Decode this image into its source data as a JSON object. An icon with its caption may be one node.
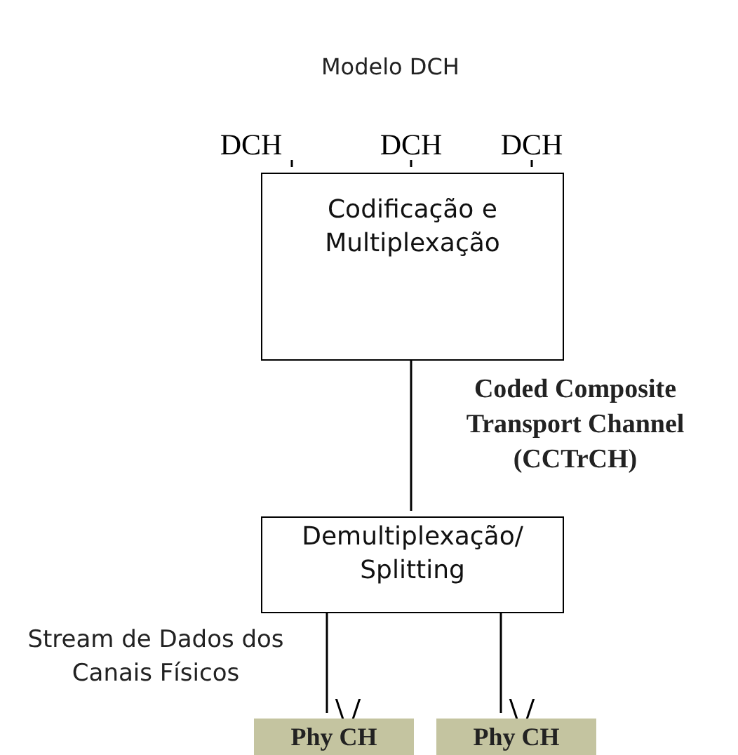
{
  "diagram": {
    "title": "Modelo DCH",
    "nodes": [
      {
        "text": [
          "DCH"
        ]
      },
      {
        "text": [
          "DCH"
        ]
      },
      {
        "text": [
          "DCH"
        ]
      },
      {
        "text": [
          "Codificação e Multiplexação"
        ]
      },
      {
        "text": [
          "Demultiplexação/ Splitting"
        ]
      },
      {
        "text": [
          "Phy CH"
        ]
      },
      {
        "text": [
          "Phy CH"
        ]
      }
    ],
    "edges": [
      {
        "from": 0,
        "to": 3,
        "arrow": "none"
      },
      {
        "from": 1,
        "to": 3,
        "arrow": "none"
      },
      {
        "from": 2,
        "to": 3,
        "arrow": "none"
      },
      {
        "from": 3,
        "to": 4,
        "arrow": "none",
        "label": "Coded Composite Transport Channel (CCTrCH)"
      },
      {
        "from": 4,
        "to": 5,
        "arrow": "to"
      },
      {
        "from": 4,
        "to": 6,
        "arrow": "to"
      }
    ],
    "labels": [
      "Stream de Dados dos Canais Físicos"
    ]
  }
}
